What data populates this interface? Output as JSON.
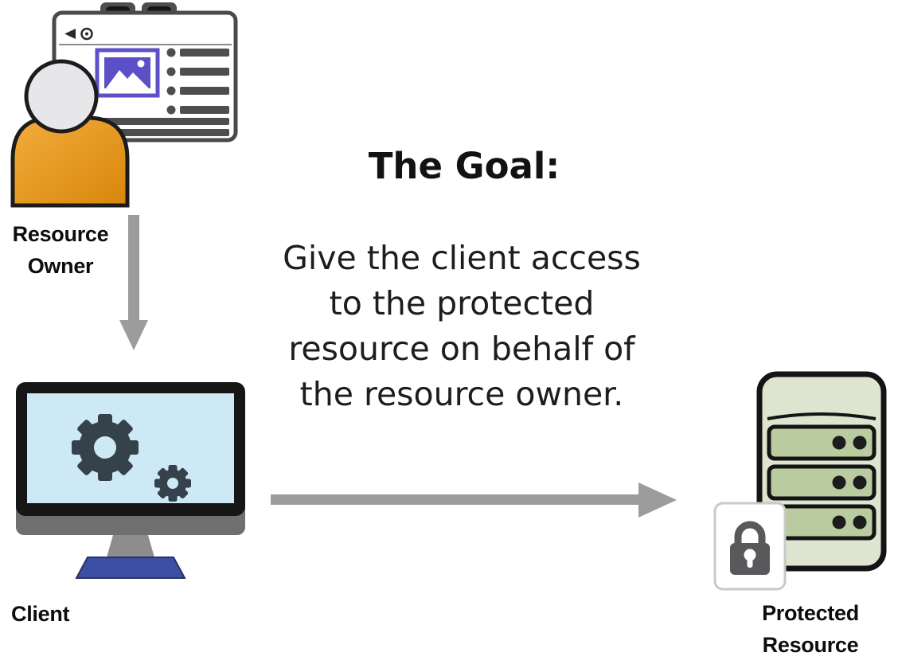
{
  "goal": {
    "heading": "The Goal:",
    "lines": [
      "Give the client access",
      "to the protected",
      "resource on behalf of",
      "the resource owner."
    ]
  },
  "labels": {
    "resource_owner": [
      "Resource",
      "Owner"
    ],
    "client": "Client",
    "protected_resource": [
      "Protected",
      "Resource"
    ]
  },
  "icons": {
    "resource_owner": "person-with-browser-icon",
    "client": "computer-with-gears-icon",
    "protected_resource": "server-stack-icon",
    "lock": "padlock-icon",
    "arrow_down": "down-arrow-icon",
    "arrow_right": "right-arrow-icon"
  },
  "colors": {
    "person_body": "#E09A28",
    "person_head": "#E7E7E9",
    "browser_frame": "#4A4A4A",
    "image_frame": "#5B50C8",
    "screen": "#CDE9F6",
    "gear": "#35414B",
    "monitor_frame": "#161616",
    "stand_base": "#3D4EA5",
    "server_body": "#DDE4CF",
    "server_bay": "#B9CB9F",
    "lock": "#59595B",
    "arrow": "#9C9C9C",
    "text": "#0D0D0D"
  }
}
